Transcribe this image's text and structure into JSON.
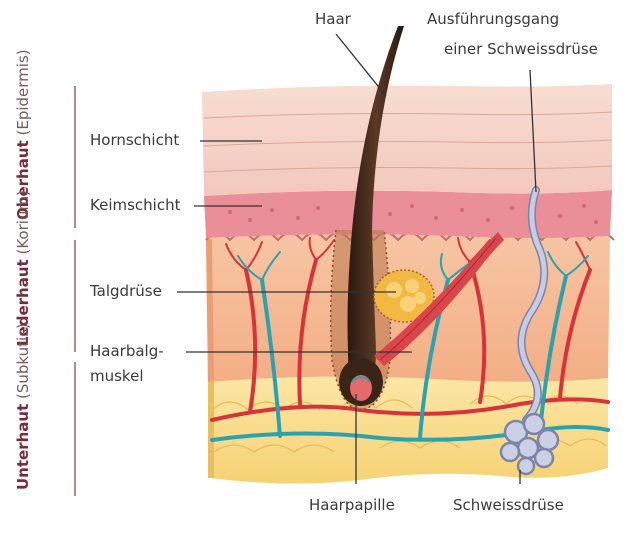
{
  "labels": {
    "haar": "Haar",
    "ausfuehrungsgang_line1": "Ausführungsgang",
    "ausfuehrungsgang_line2": "einer Schweissdrüse",
    "hornschicht": "Hornschicht",
    "keimschicht": "Keimschicht",
    "talgdruese": "Talgdrüse",
    "haarbalg_line1": "Haarbalg-",
    "haarbalg_line2": "muskel",
    "haarpapille": "Haarpapille",
    "schweissdruese": "Schweissdrüse"
  },
  "layers": [
    {
      "name": "Oberhaut",
      "sub": "(Epidermis)"
    },
    {
      "name": "Lederhaut",
      "sub": "(Korium)"
    },
    {
      "name": "Unterhaut",
      "sub": "(Subkutis)"
    }
  ],
  "colors": {
    "horn": "#f6cfc4",
    "keim": "#ea8e98",
    "dermis": "#f4b88e",
    "subcutis": "#f8dc86",
    "hair": "#3a2418",
    "muscle": "#d9454a",
    "vessel_red": "#d8323a",
    "vessel_teal": "#2aa2b0",
    "gland": "#f2b942",
    "sweat": "#b9c0dc",
    "layer_text": "#7a2a3a"
  }
}
